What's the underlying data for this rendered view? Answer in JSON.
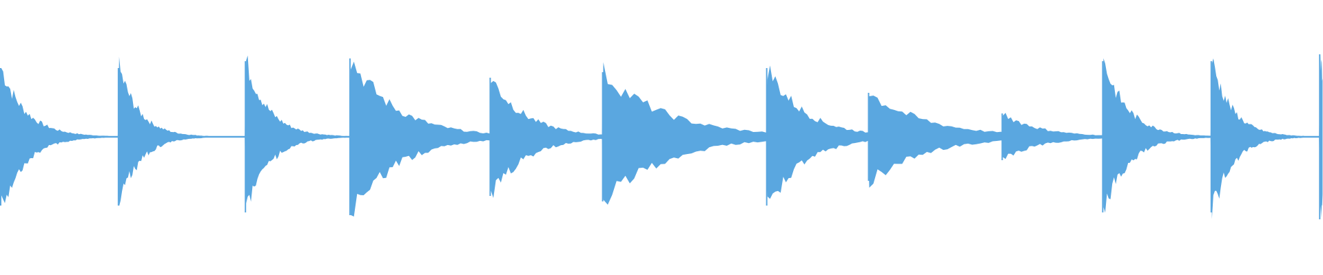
{
  "waveform": {
    "color": "#5aa7e0",
    "baseline_color": "#5aa7e0",
    "transients": [
      {
        "time": 0.0,
        "peak": 0.5,
        "decay": 0.12
      },
      {
        "time": 0.089,
        "peak": 0.5,
        "decay": 0.1
      },
      {
        "time": 0.185,
        "peak": 0.55,
        "decay": 0.11
      },
      {
        "time": 0.264,
        "peak": 0.57,
        "decay": 0.22
      },
      {
        "time": 0.37,
        "peak": 0.43,
        "decay": 0.17
      },
      {
        "time": 0.455,
        "peak": 0.47,
        "decay": 0.3
      },
      {
        "time": 0.579,
        "peak": 0.5,
        "decay": 0.18
      },
      {
        "time": 0.656,
        "peak": 0.32,
        "decay": 0.28
      },
      {
        "time": 0.757,
        "peak": 0.17,
        "decay": 0.18
      },
      {
        "time": 0.833,
        "peak": 0.55,
        "decay": 0.12
      },
      {
        "time": 0.915,
        "peak": 0.55,
        "decay": 0.1
      },
      {
        "time": 0.997,
        "peak": 0.6,
        "decay": 0.03
      }
    ]
  }
}
